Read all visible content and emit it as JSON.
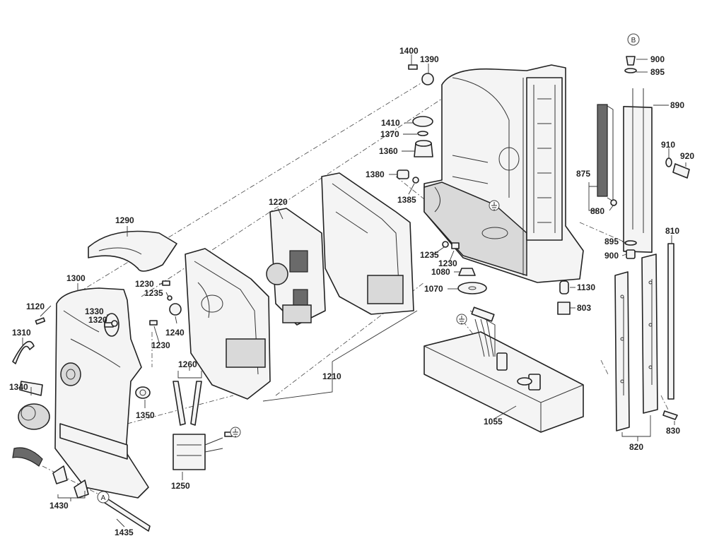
{
  "labels": {
    "p1400": "1400",
    "p1390": "1390",
    "p1410": "1410",
    "p1370": "1370",
    "p1360": "1360",
    "p1380": "1380",
    "p1385": "1385",
    "p1235a": "1235",
    "p1230a": "1230",
    "p1080": "1080",
    "p1070": "1070",
    "p1130": "1130",
    "p803": "803",
    "p1055": "1055",
    "p900a": "900",
    "p895a": "895",
    "p890": "890",
    "p910": "910",
    "p920": "920",
    "p875": "875",
    "p880": "880",
    "p895b": "895",
    "p900b": "900",
    "p810": "810",
    "p830": "830",
    "p820": "820",
    "p1220": "1220",
    "p1210": "1210",
    "p1290": "1290",
    "p1300": "1300",
    "p1230b": "1230",
    "p1235b": "1235",
    "p1120": "1120",
    "p1330": "1330",
    "p1320": "1320",
    "p1240": "1240",
    "p1230c": "1230",
    "p1310": "1310",
    "p1340": "1340",
    "p1350": "1350",
    "p1260": "1260",
    "p1250": "1250",
    "p1430": "1430",
    "p1435": "1435"
  },
  "markers": {
    "a": "A",
    "b": "B"
  },
  "icons": {
    "ground_top": "ground-symbol",
    "ground_mid": "ground-symbol",
    "ground_switch": "ground-symbol"
  }
}
